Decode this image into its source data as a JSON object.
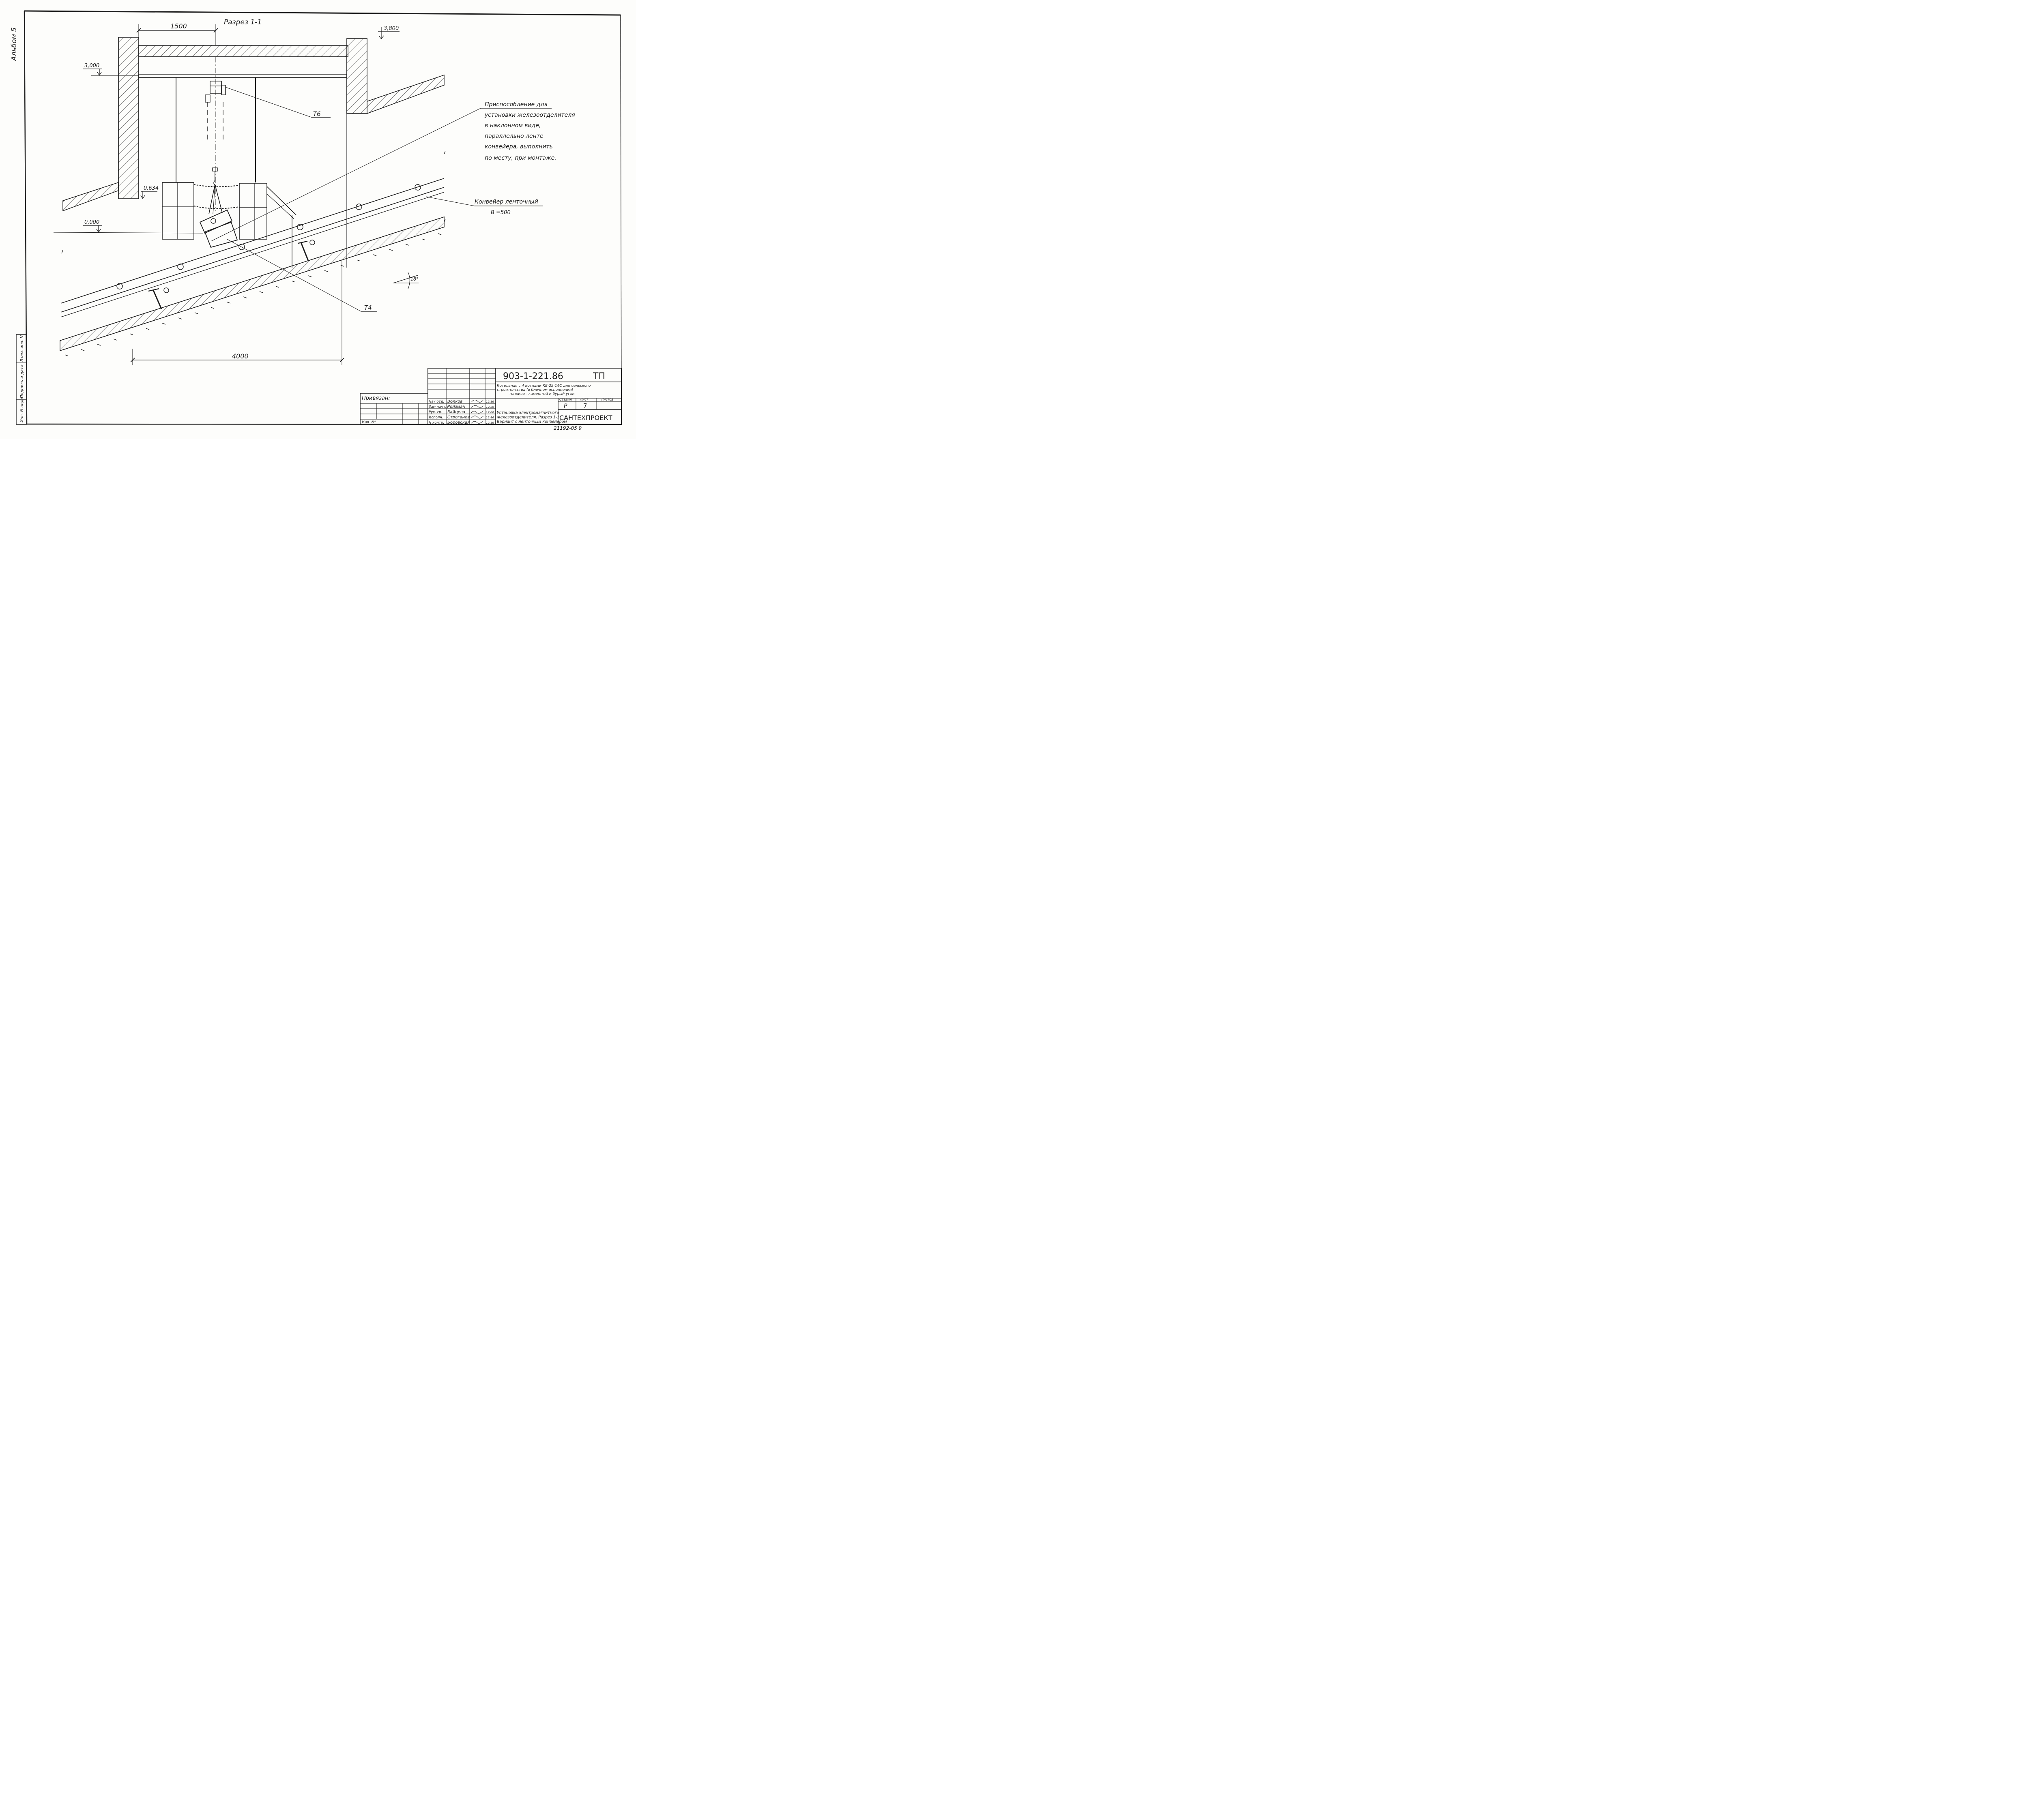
{
  "album_label": "Альбом 5",
  "section_title": "Разрез 1-1",
  "dimensions": {
    "top_span": "1500",
    "bottom_span": "4000"
  },
  "elevations": {
    "e3800": "3,800",
    "e3000": "3,000",
    "e0634": "0,634",
    "e0000": "0,000"
  },
  "callouts": {
    "t6": "Т6",
    "t4": "Т4",
    "angle": "18°"
  },
  "note_lines": [
    "Приспособление для",
    "установки железоотделителя",
    "в наклонном виде,",
    "параллельно ленте",
    "конвейера, выполнить",
    "по месту, при монтаже."
  ],
  "conveyor": {
    "label": "Конвейер ленточный",
    "spec": "В =500"
  },
  "left_strip": {
    "field_1": "Инв. N подл.",
    "field_2": "Подпись и дата",
    "field_3": "Взам. инв. N"
  },
  "title_block": {
    "bound_label": "Привязан:",
    "inv_label": "Инв. N°",
    "doc_code": "903-1-221.86",
    "doc_suffix": "ТП",
    "project_lines": [
      "Котельная с 4 котлами КЕ-25-14С для сельского",
      "строительства (в блочном исполнении)",
      "топливо - каменный и бурый угли"
    ],
    "sheet_title_lines": [
      "Установка электромагнитного",
      "железоотделителя. Разрез 1-1",
      "Вариант с ленточным конвейером"
    ],
    "stage_header": "Стадия",
    "sheet_header": "Лист",
    "sheets_header": "Листов",
    "stage_value": "Р",
    "sheet_value": "7",
    "org": "САНТЕХПРОЕКТ",
    "archive_no": "21192-05 9",
    "staff": [
      {
        "role": "Нач отд.",
        "name": "Волков",
        "date": "12.86"
      },
      {
        "role": "Зам нач от",
        "name": "Ройзман",
        "date": "12.86"
      },
      {
        "role": "Рук. гр.",
        "name": "Зайцева",
        "date": "12.86"
      },
      {
        "role": "Исполн.",
        "name": "Строганов",
        "date": "12.86"
      },
      {
        "role": "Н контр.",
        "name": "Боровская",
        "date": "12.86"
      }
    ]
  }
}
